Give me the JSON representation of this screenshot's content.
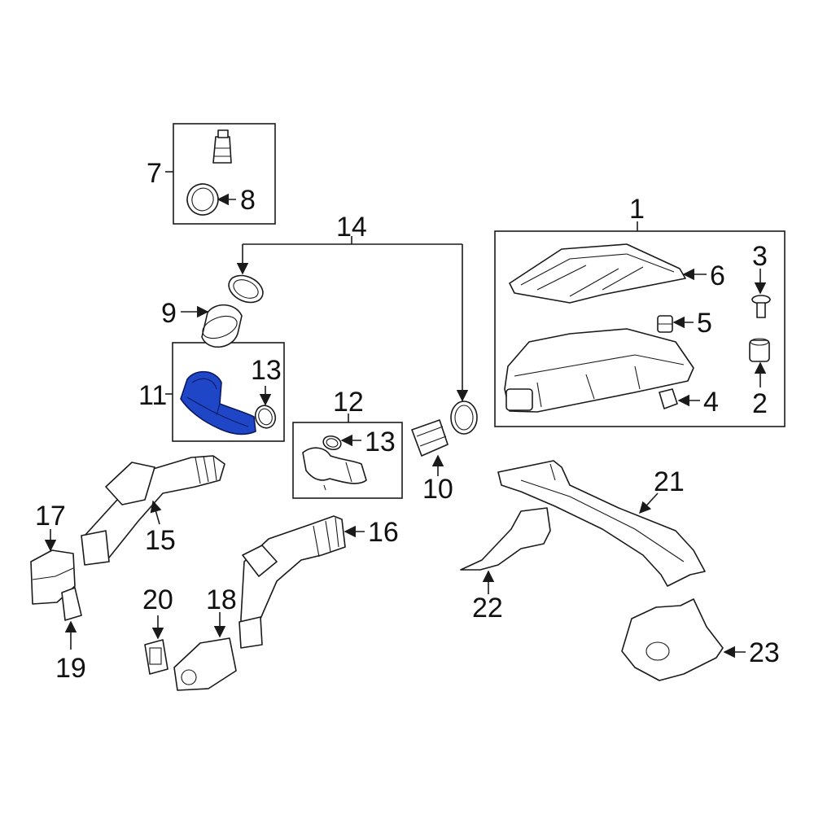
{
  "callouts": {
    "c1": "1",
    "c2": "2",
    "c3": "3",
    "c4": "4",
    "c5": "5",
    "c6": "6",
    "c7": "7",
    "c8": "8",
    "c9": "9",
    "c10": "10",
    "c11": "11",
    "c12": "12",
    "c13a": "13",
    "c13b": "13",
    "c14": "14",
    "c15": "15",
    "c16": "16",
    "c17": "17",
    "c18": "18",
    "c19": "19",
    "c20": "20",
    "c21": "21",
    "c22": "22",
    "c23": "23"
  },
  "highlight_color": "#2046c8",
  "highlighted_part": "11"
}
